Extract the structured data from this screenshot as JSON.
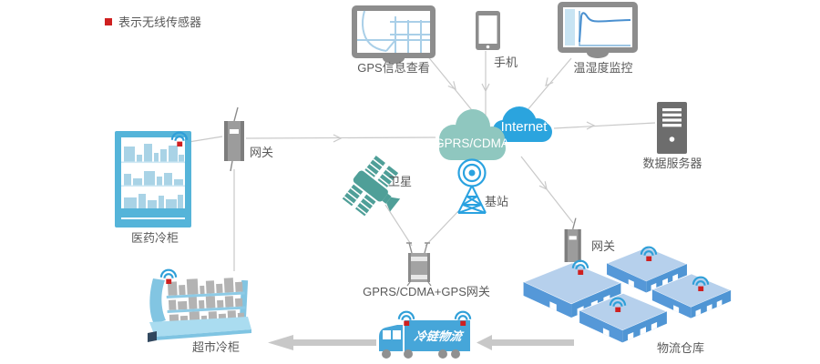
{
  "legend": {
    "label": "表示无线传感器"
  },
  "nodes": {
    "gps_monitor": {
      "label": "GPS信息查看"
    },
    "phone": {
      "label": "手机"
    },
    "temp_monitor": {
      "label": "温湿度监控"
    },
    "data_server": {
      "label": "数据服务器"
    },
    "gprs_cloud": {
      "label": "GPRS/CDMA"
    },
    "internet_cloud": {
      "label": "Internet"
    },
    "base_station": {
      "label": "基站"
    },
    "satellite": {
      "label": "卫星"
    },
    "gateway_left": {
      "label": "网关"
    },
    "medical_fridge": {
      "label": "医药冷柜"
    },
    "gps_gateway": {
      "label": "GPRS/CDMA+GPS网关"
    },
    "supermarket_fridge": {
      "label": "超市冷柜"
    },
    "truck": {
      "label": "冷链物流"
    },
    "warehouse_gateway": {
      "label": "网关"
    },
    "warehouse": {
      "label": "物流仓库"
    }
  },
  "edges": [
    {
      "from": "gps_monitor",
      "to": "gprs_cloud"
    },
    {
      "from": "phone",
      "to": "gprs_cloud"
    },
    {
      "from": "temp_monitor",
      "to": "gprs_cloud"
    },
    {
      "from": "internet_cloud",
      "to": "data_server"
    },
    {
      "from": "gateway_left",
      "to": "gprs_cloud"
    },
    {
      "from": "gprs_cloud",
      "to": "warehouse_gateway"
    },
    {
      "from": "satellite",
      "to": "gps_gateway"
    },
    {
      "from": "base_station",
      "to": "gps_gateway"
    },
    {
      "from": "medical_fridge",
      "to": "gateway_left"
    },
    {
      "from": "gateway_left",
      "to": "supermarket_fridge"
    },
    {
      "from": "warehouse",
      "to": "truck"
    },
    {
      "from": "truck",
      "to": "supermarket_fridge"
    }
  ],
  "colors": {
    "sensor_red": "#cf2020",
    "wifi_blue": "#2f9fd8",
    "cloud_teal": "#8fc7bf",
    "cloud_blue": "#2ba4de",
    "tower_blue": "#2aa2e0",
    "satellite_teal": "#4f9f98",
    "device_gray": "#9a9a9a",
    "server_gray": "#6d6d6d",
    "line_gray": "#c9c9c9",
    "fridge_blue": "#55b4d9",
    "fridge_item_blue": "#a9d3e6",
    "cooler_blue": "#82c5e2",
    "truck_blue": "#46a6d9",
    "warehouse_top": "#b6d0ec",
    "warehouse_side": "#4f95d4",
    "label_gray": "#5a5a5a"
  }
}
